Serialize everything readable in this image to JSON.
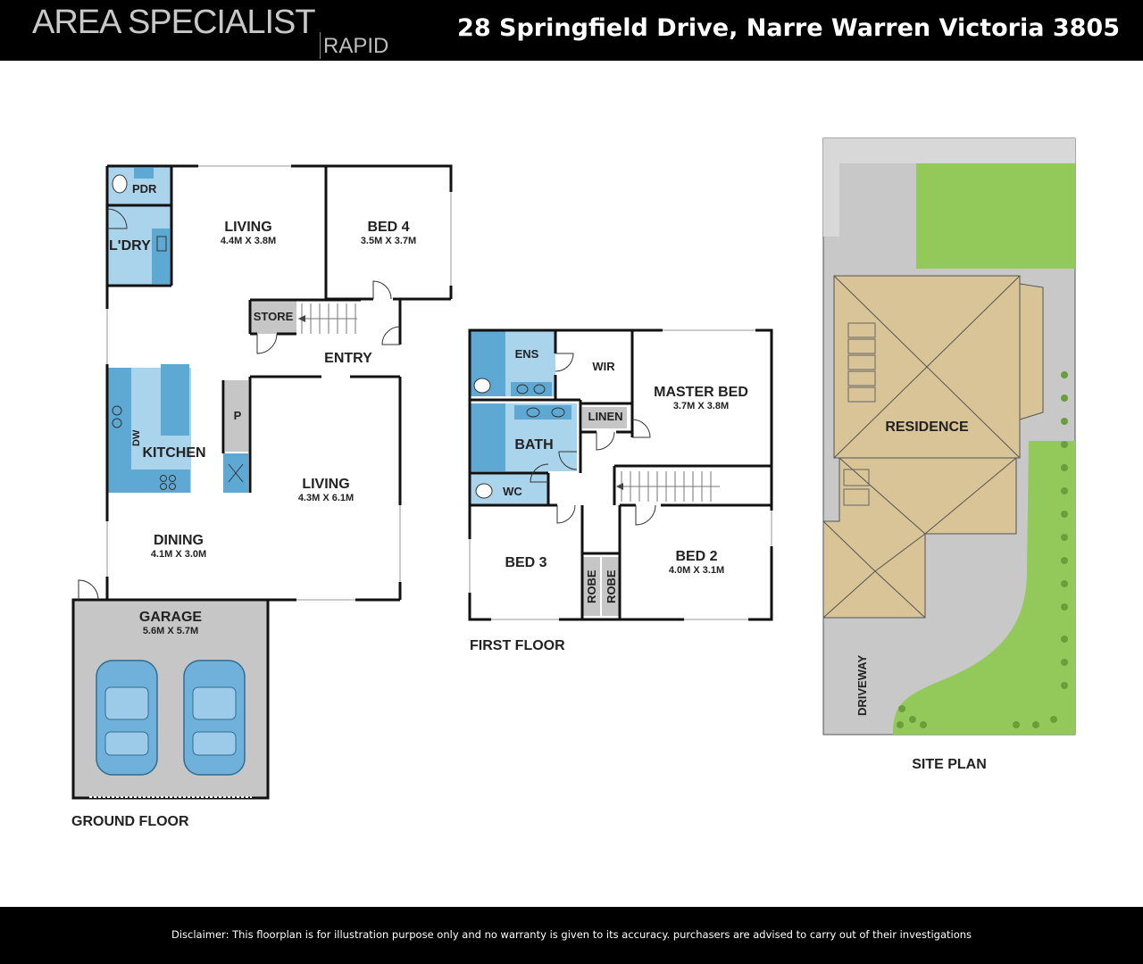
{
  "header": {
    "logo_main": "AREA SPECIALIST",
    "logo_sub": "RAPID",
    "address": "28 Springfield Drive, Narre Warren Victoria 3805"
  },
  "ground_floor": {
    "label": "GROUND FLOOR",
    "pdr": "PDR",
    "laundry": "L'DRY",
    "living_top": {
      "name": "LIVING",
      "dims": "4.4M X 3.8M"
    },
    "bed4": {
      "name": "BED 4",
      "dims": "3.5M X 3.7M"
    },
    "store": "STORE",
    "entry": "ENTRY",
    "kitchen": "KITCHEN",
    "dw": "DW",
    "pantry": "P",
    "living_main": {
      "name": "LIVING",
      "dims": "4.3M X 6.1M"
    },
    "dining": {
      "name": "DINING",
      "dims": "4.1M X 3.0M"
    },
    "garage": {
      "name": "GARAGE",
      "dims": "5.6M X 5.7M"
    }
  },
  "first_floor": {
    "label": "FIRST FLOOR",
    "ens": "ENS",
    "wir": "WIR",
    "master": {
      "name": "MASTER BED",
      "dims": "3.7M X 3.8M"
    },
    "linen": "LINEN",
    "bath": "BATH",
    "wc": "WC",
    "bed3": "BED 3",
    "robe1": "ROBE",
    "robe2": "ROBE",
    "bed2": {
      "name": "BED 2",
      "dims": "4.0M X 3.1M"
    }
  },
  "site_plan": {
    "label": "SITE PLAN",
    "residence": "RESIDENCE",
    "driveway": "DRIVEWAY"
  },
  "footer": {
    "disclaimer": "Disclaimer: This floorplan is for illustration purpose only and no warranty is given to its accuracy. purchasers are advised to carry out of their investigations"
  },
  "colors": {
    "wet_area": "#a9d4ec",
    "fixture": "#5ea9d3",
    "garage": "#c6c6c6",
    "roof": "#d8c496",
    "lawn": "#93c95a",
    "paving": "#c8c8c8"
  }
}
